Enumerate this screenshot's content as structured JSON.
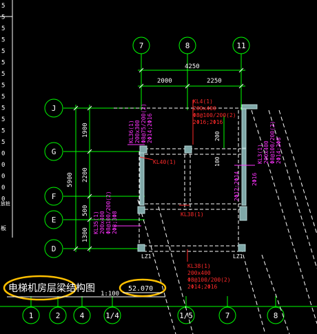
{
  "title": "电梯机房层梁结构图",
  "scale": "1:100",
  "elevation": "52.070",
  "left_margin": {
    "digits": [
      "5",
      "5",
      "5",
      "5",
      "5",
      "5",
      "5",
      "5",
      "5",
      "5",
      "5",
      "5",
      "5",
      "0",
      "0",
      "0",
      "0",
      "0"
    ],
    "label1": "放桩",
    "label2": "板"
  },
  "top_axes": [
    "7",
    "8",
    "11"
  ],
  "side_axes": [
    "J",
    "G",
    "F",
    "E",
    "D"
  ],
  "bottom_axes": [
    "1",
    "2",
    "4",
    "1/4",
    "1/5",
    "7",
    "8"
  ],
  "dims_top": {
    "total": "4250",
    "left": "2000",
    "right": "2250"
  },
  "dims_left": {
    "total": "5900",
    "seg1": "1900",
    "seg2": "2200",
    "seg3": "500",
    "seg4": "1300"
  },
  "inner_dims": [
    "200",
    "100"
  ],
  "beams": {
    "kl4_top": [
      "KL4(1)",
      "200x400",
      "Φ8@100/200(2)",
      "2Φ16;2Φ16"
    ],
    "kl36": [
      "KL36(1)",
      "200x300",
      "Φ8@75/200(2)",
      "2Φ14;2Φ16"
    ],
    "kl40": "KL40(1)",
    "kl3r": [
      "KL3(1)",
      "200x400",
      "Φ8@100/200(2)",
      "2Φ14;2Φ8"
    ],
    "kl35": [
      "KL35(1)",
      "200x400",
      "Φ8@100/200(2)",
      "2Φ8;3Φ8"
    ],
    "kl38a": "KL38(1)",
    "kl38b": [
      "KL38(1)",
      "200x400",
      "Φ8@100/200(2)",
      "2Φ14;2Φ16"
    ],
    "mid1": "2Φ12;2Φ14",
    "mid2": "2Φ16",
    "lz": [
      "LZ1",
      "LZ1"
    ]
  }
}
